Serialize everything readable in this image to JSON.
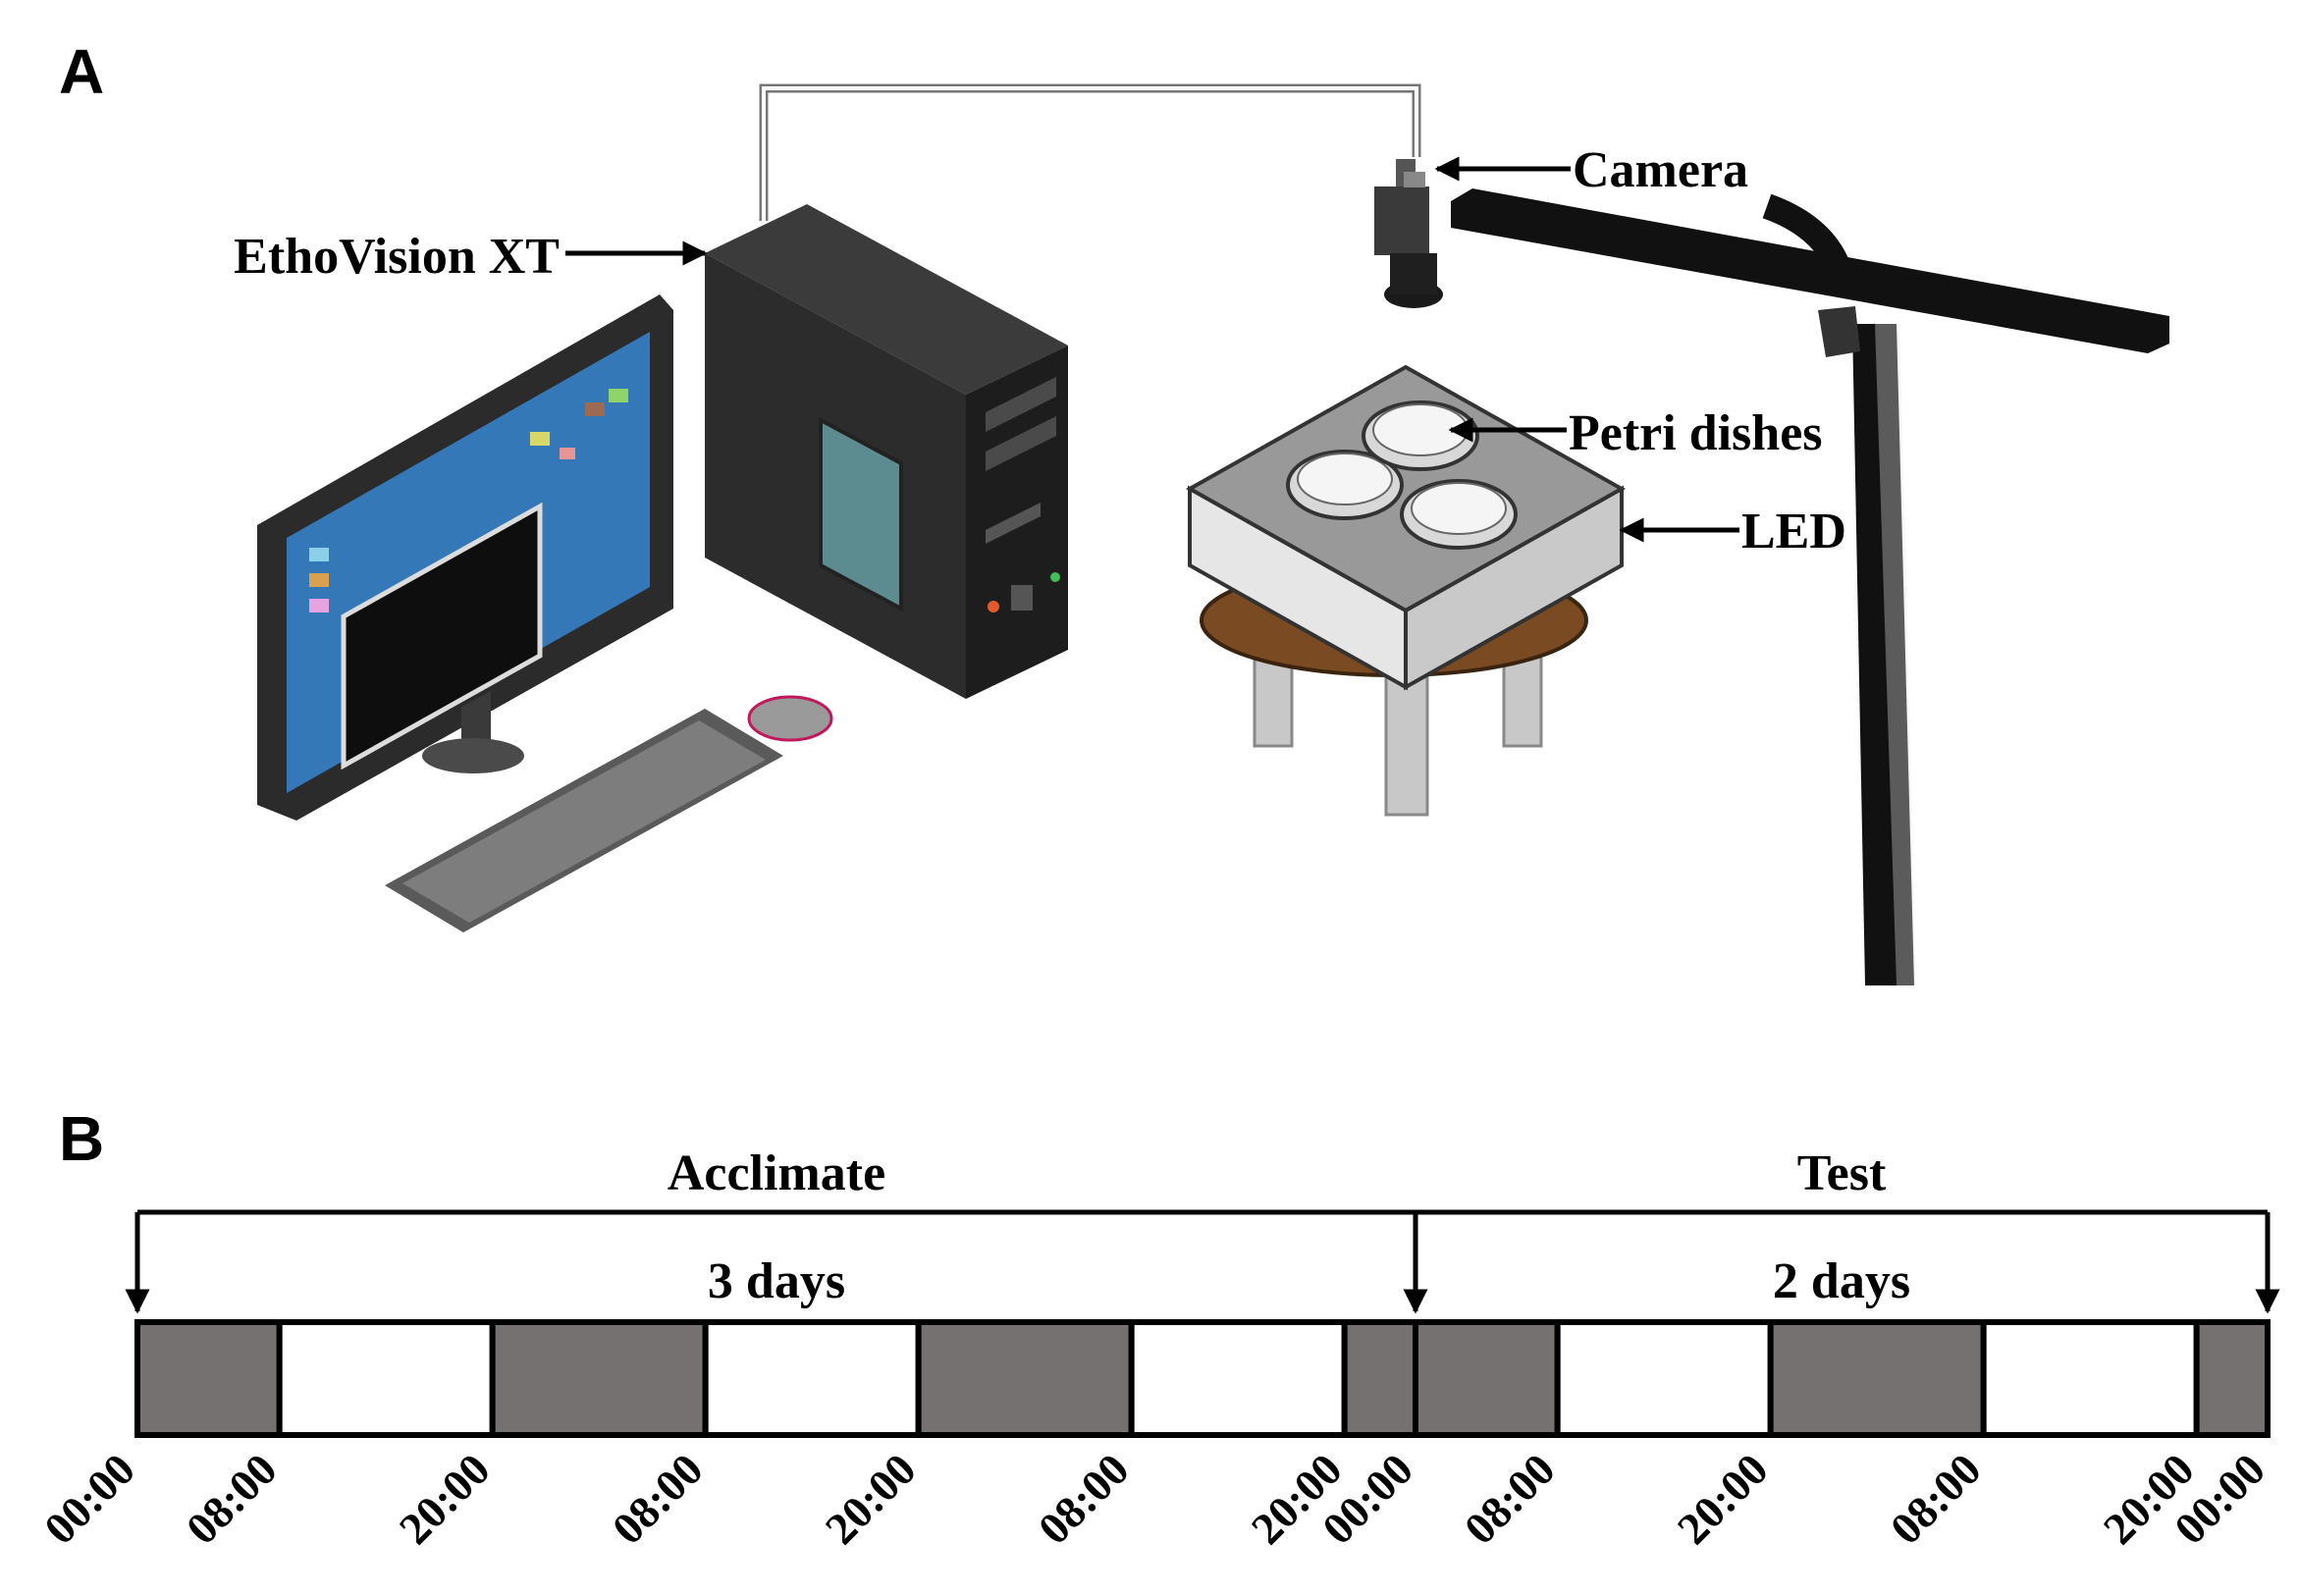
{
  "panel_a": {
    "letter": "A",
    "labels": {
      "camera": "Camera",
      "ethovision": "EthoVision XT",
      "petri": "Petri dishes",
      "led": "LED"
    }
  },
  "panel_b": {
    "letter": "B",
    "phases": [
      {
        "label": "Acclimate",
        "duration": "3 days"
      },
      {
        "label": "Test",
        "duration": "2 days"
      }
    ],
    "segments": [
      {
        "start": 0,
        "end": 8,
        "state": "dark"
      },
      {
        "start": 8,
        "end": 20,
        "state": "light"
      },
      {
        "start": 20,
        "end": 32,
        "state": "dark"
      },
      {
        "start": 32,
        "end": 44,
        "state": "light"
      },
      {
        "start": 44,
        "end": 56,
        "state": "dark"
      },
      {
        "start": 56,
        "end": 68,
        "state": "light"
      },
      {
        "start": 68,
        "end": 72,
        "state": "dark"
      },
      {
        "start": 72,
        "end": 80,
        "state": "dark"
      },
      {
        "start": 80,
        "end": 92,
        "state": "light"
      },
      {
        "start": 92,
        "end": 104,
        "state": "dark"
      },
      {
        "start": 104,
        "end": 116,
        "state": "light"
      },
      {
        "start": 116,
        "end": 120,
        "state": "dark"
      }
    ],
    "ticks": [
      {
        "hour": 0,
        "label": "00:00"
      },
      {
        "hour": 8,
        "label": "08:00"
      },
      {
        "hour": 20,
        "label": "20:00"
      },
      {
        "hour": 32,
        "label": "08:00"
      },
      {
        "hour": 44,
        "label": "20:00"
      },
      {
        "hour": 56,
        "label": "08:00"
      },
      {
        "hour": 68,
        "label": "20:00"
      },
      {
        "hour": 72,
        "label": "00:00"
      },
      {
        "hour": 80,
        "label": "08:00"
      },
      {
        "hour": 92,
        "label": "20:00"
      },
      {
        "hour": 104,
        "label": "08:00"
      },
      {
        "hour": 116,
        "label": "20:00"
      },
      {
        "hour": 120,
        "label": "00:00"
      }
    ],
    "colors": {
      "dark": "#757171",
      "light": "#ffffff",
      "outline": "#000000"
    }
  }
}
